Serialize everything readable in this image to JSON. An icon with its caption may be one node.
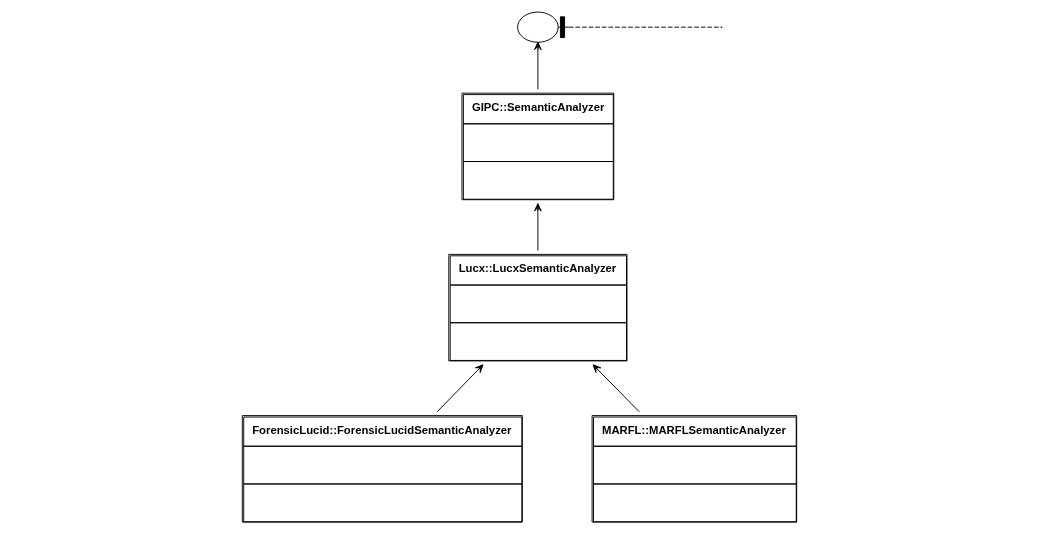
{
  "diagram": {
    "nodes": [
      {
        "text": [],
        "shape": "circle"
      },
      {
        "text": [
          "GIPC::SemanticAnalyzer"
        ]
      },
      {
        "text": [
          "Lucx::LucxSemanticAnalyzer"
        ]
      },
      {
        "text": [
          "ForensicLucid::ForensicLucidSemanticAnalyzer"
        ]
      },
      {
        "text": [
          "MARFL::MARFLSemanticAnalyzer"
        ]
      }
    ],
    "edges": [
      {
        "from": 1,
        "to": 0,
        "arrow": "to"
      },
      {
        "from": 2,
        "to": 1,
        "arrow": "to"
      },
      {
        "from": 3,
        "to": 2,
        "arrow": "to"
      },
      {
        "from": 4,
        "to": 2,
        "arrow": "to"
      },
      {
        "from": 0,
        "to": null,
        "arrow": "other",
        "style": "dashed"
      }
    ]
  }
}
